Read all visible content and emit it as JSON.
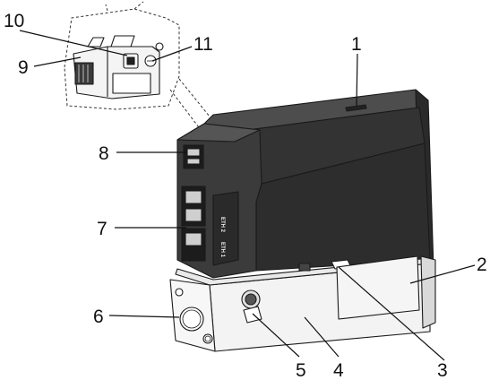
{
  "diagram": {
    "callouts": [
      {
        "id": "1",
        "label": "1"
      },
      {
        "id": "2",
        "label": "2"
      },
      {
        "id": "3",
        "label": "3"
      },
      {
        "id": "4",
        "label": "4"
      },
      {
        "id": "5",
        "label": "5"
      },
      {
        "id": "6",
        "label": "6"
      },
      {
        "id": "7",
        "label": "7"
      },
      {
        "id": "8",
        "label": "8"
      },
      {
        "id": "9",
        "label": "9"
      },
      {
        "id": "10",
        "label": "10"
      },
      {
        "id": "11",
        "label": "11"
      }
    ],
    "device_labels": {
      "port_upper": "ETH 2",
      "port_lower": "ETH 1"
    },
    "colors": {
      "housing_dark": "#2b2b2b",
      "housing_mid": "#3a3a3a",
      "housing_top": "#4a4a4a",
      "base_light": "#f2f2f2",
      "line": "#1a1a1a"
    }
  }
}
